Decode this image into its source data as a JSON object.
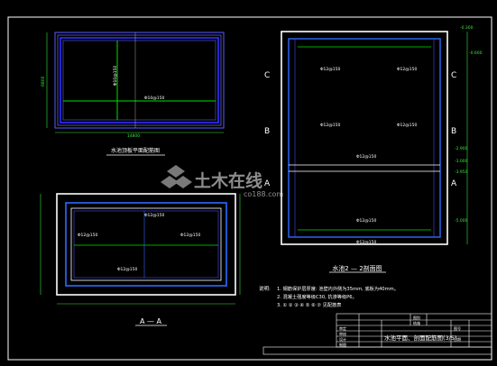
{
  "drawing": {
    "plan_title": "水池顶板平面配筋图",
    "section_a_title": "A — A",
    "section_2_title": "水池2 — 2剖面图",
    "grid_labels": {
      "c": "C",
      "b": "B",
      "a": "A"
    },
    "level_labels": [
      "-0.300",
      "-0.600",
      "-2.900",
      "-3.000",
      "-3.950",
      "-5.000"
    ],
    "plan_dims": {
      "width": "14800",
      "height": "6800"
    }
  },
  "notes": {
    "heading": "说明:",
    "lines": [
      "1. 钢筋保护层厚度: 池壁内外侧为35mm, 底板为40mm。",
      "2. 混凝土强度等级C30, 抗渗等级P6。",
      "3. ① ② ③ ④ ⑤ ⑥ ⑦ 见配筋表"
    ]
  },
  "title_block": {
    "drawing_name": "水池平面、剖面配筋图(3/5)",
    "labels": [
      "图别",
      "图号",
      "结施",
      "审定",
      "审核",
      "设计",
      "制图",
      "日期"
    ]
  },
  "watermark": {
    "brand": "土木在线",
    "url": "co188.com"
  }
}
